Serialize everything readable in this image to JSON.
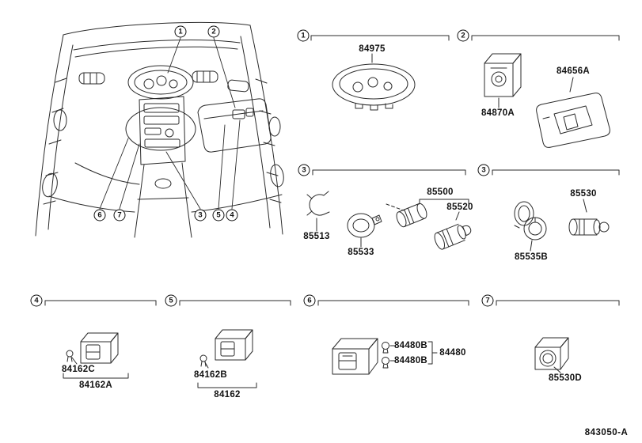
{
  "doc": {
    "diagram_code": "843050-A"
  },
  "dashboard": {
    "callouts": [
      "1",
      "2",
      "6",
      "7",
      "3",
      "5",
      "4"
    ]
  },
  "sections": {
    "s1": {
      "callout": "1",
      "parts": {
        "p84975": "84975"
      }
    },
    "s2": {
      "callout": "2",
      "parts": {
        "p84870A": "84870A",
        "p84656A": "84656A"
      }
    },
    "s3a": {
      "callout": "3",
      "parts": {
        "p85513": "85513",
        "p85533": "85533",
        "p85500": "85500",
        "p85520": "85520"
      }
    },
    "s3b": {
      "callout": "3",
      "parts": {
        "p85535B": "85535B",
        "p85530": "85530"
      }
    },
    "s4": {
      "callout": "4",
      "parts": {
        "p84162C": "84162C",
        "p84162A": "84162A"
      }
    },
    "s5": {
      "callout": "5",
      "parts": {
        "p84162B": "84162B",
        "p84162": "84162"
      }
    },
    "s6": {
      "callout": "6",
      "parts": {
        "p84480B_a": "84480B",
        "p84480B_b": "84480B",
        "p84480": "84480"
      }
    },
    "s7": {
      "callout": "7",
      "parts": {
        "p85530D": "85530D"
      }
    }
  }
}
